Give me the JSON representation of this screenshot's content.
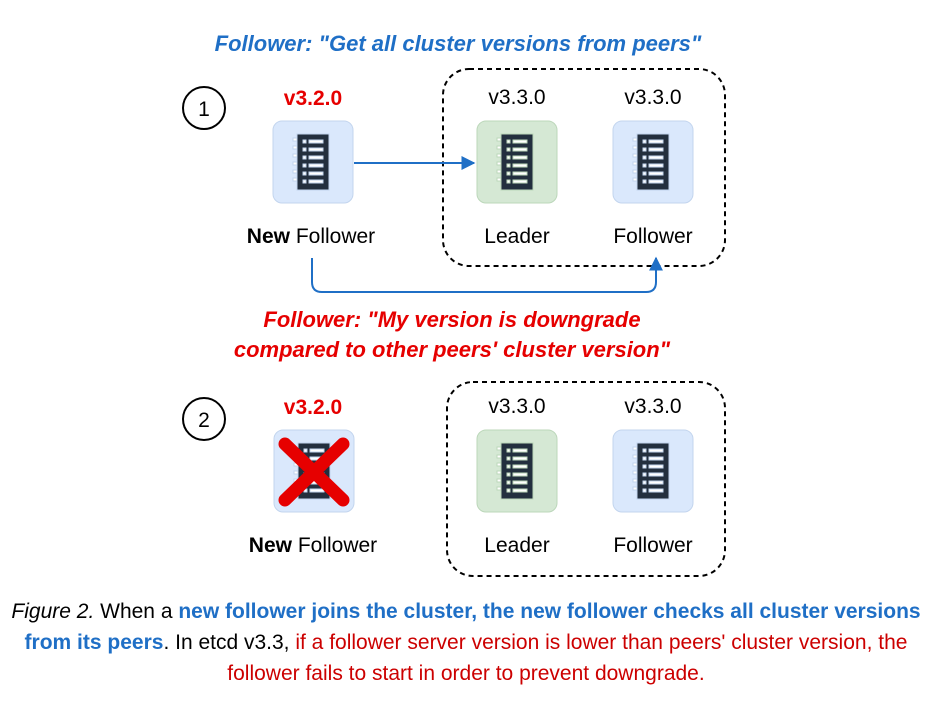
{
  "colors": {
    "blue": "#1f6fc6",
    "red": "#e60000",
    "dark_red": "#cc0000",
    "follower_box": "#dae8fc",
    "leader_box": "#d5e8d4",
    "server_icon": "#232f3e"
  },
  "step1": {
    "header": "Follower: \"Get all cluster versions from peers\"",
    "number": "1",
    "new_node": {
      "version": "v3.2.0",
      "label_bold": "New",
      "label_rest": " Follower",
      "icon": "server-icon"
    },
    "leader": {
      "version": "v3.3.0",
      "label": "Leader",
      "icon": "server-icon"
    },
    "follower": {
      "version": "v3.3.0",
      "label": "Follower",
      "icon": "server-icon"
    },
    "message_line1": "Follower: \"My version is downgrade",
    "message_line2": "compared to other peers' cluster version\""
  },
  "step2": {
    "number": "2",
    "new_node": {
      "version": "v3.2.0",
      "label_bold": "New",
      "label_rest": " Follower",
      "icon": "server-icon",
      "status_icon": "red-x-icon"
    },
    "leader": {
      "version": "v3.3.0",
      "label": "Leader",
      "icon": "server-icon"
    },
    "follower": {
      "version": "v3.3.0",
      "label": "Follower",
      "icon": "server-icon"
    }
  },
  "caption": {
    "figure": "Figure 2.",
    "part1": " When a ",
    "blue": "new follower joins the cluster, the new follower checks all cluster versions from its peers",
    "part2": ". In etcd v3.3, ",
    "red": "if a follower server version is lower than peers' cluster version, the follower fails to start in order to prevent downgrade."
  }
}
